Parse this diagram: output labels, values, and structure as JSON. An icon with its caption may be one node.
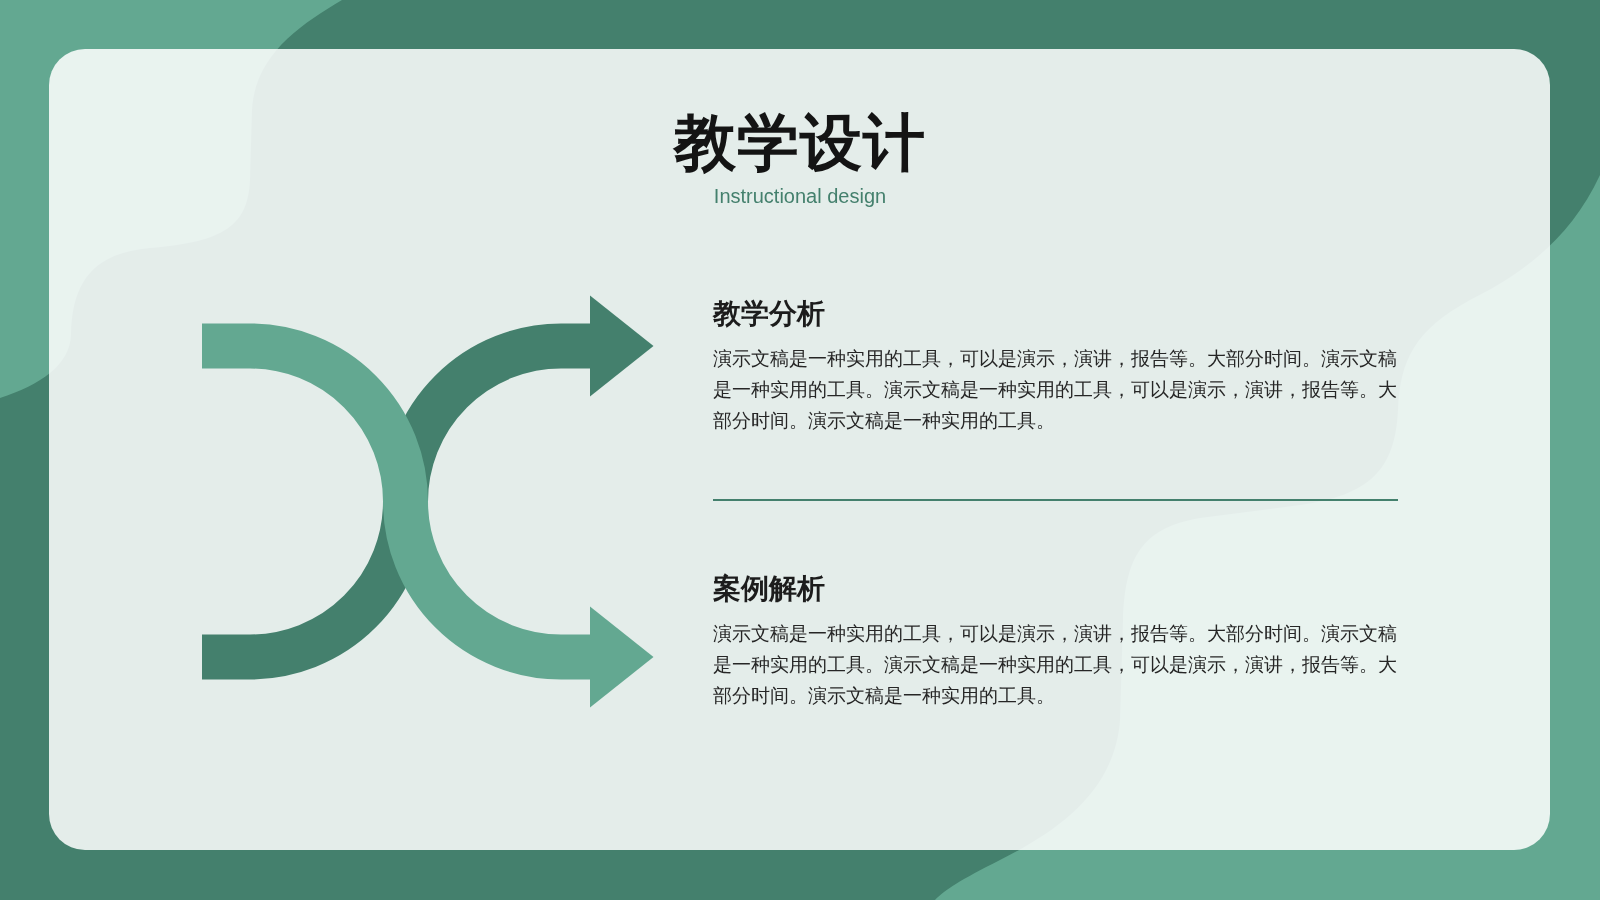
{
  "diagram": {
    "title": "教学设计",
    "nodes": [
      {
        "text": [
          "教学分析",
          "演示文稿是一种实用的工具，可以是演示，演讲，报告等。大部分时间。演示文稿是一种实用的工具。演示文稿是一种实用的工具，可以是演示，演讲，报告等。大部分时间。演示文稿是一种实用的工具。"
        ]
      },
      {
        "text": [
          "案例解析",
          "演示文稿是一种实用的工具，可以是演示，演讲，报告等。大部分时间。演示文稿是一种实用的工具。演示文稿是一种实用的工具，可以是演示，演讲，报告等。大部分时间。演示文稿是一种实用的工具。"
        ]
      }
    ],
    "edges": [
      {
        "from": null,
        "to": 0,
        "arrow": "to",
        "color": "#44806d"
      },
      {
        "from": null,
        "to": 1,
        "arrow": "to",
        "color": "#63a891"
      }
    ],
    "labels": [
      "Instructional design"
    ]
  }
}
